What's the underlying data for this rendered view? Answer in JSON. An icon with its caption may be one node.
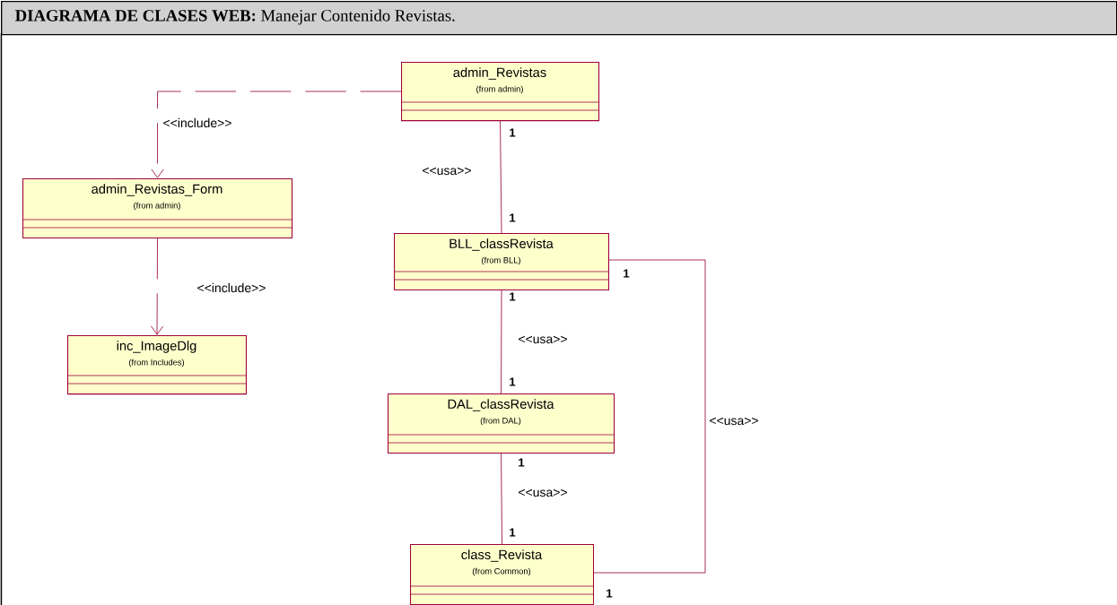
{
  "diagram": {
    "title": "**DIAGRAMA DE CLASES WEB:** Manejar Contenido Revistas.",
    "nodes": [
      {
        "text": [
          "admin_Revistas",
          "(from admin)"
        ]
      },
      {
        "text": [
          "admin_Revistas_Form",
          "(from admin)"
        ]
      },
      {
        "text": [
          "inc_ImageDlg",
          "(from Includes)"
        ]
      },
      {
        "text": [
          "BLL_classRevista",
          "(from BLL)"
        ]
      },
      {
        "text": [
          "DAL_classRevista",
          "(from DAL)"
        ]
      },
      {
        "text": [
          "class_Revista",
          "(from Common)"
        ]
      }
    ],
    "edges": [
      {
        "from": 0,
        "to": 1,
        "arrow": "to",
        "style": "dashed",
        "label": "<<include>>"
      },
      {
        "from": 1,
        "to": 2,
        "arrow": "to",
        "style": "dashed",
        "label": "<<include>>"
      },
      {
        "from": 0,
        "to": 3,
        "arrow": "none",
        "label": "<<usa>>"
      },
      {
        "from": 3,
        "to": 4,
        "arrow": "none",
        "label": "<<usa>>"
      },
      {
        "from": 4,
        "to": 5,
        "arrow": "none",
        "label": "<<usa>>"
      },
      {
        "from": 3,
        "to": 5,
        "arrow": "none",
        "label": "<<usa>>"
      }
    ],
    "labels": [
      "1",
      "1",
      "1",
      "1",
      "1",
      "1",
      "1",
      "1"
    ]
  }
}
